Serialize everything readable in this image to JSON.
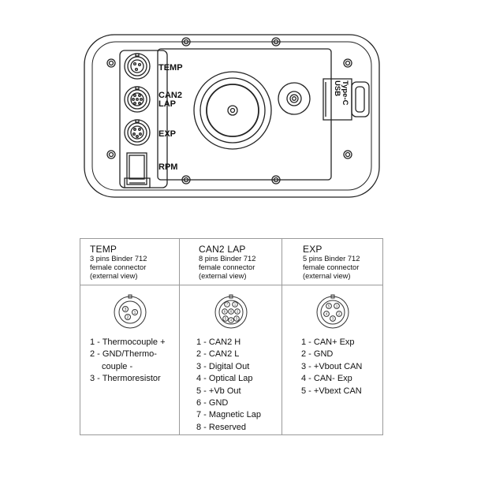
{
  "device": {
    "labels": {
      "temp": "TEMP",
      "can2_line1": "CAN2",
      "can2_line2": "LAP",
      "exp": "EXP",
      "rpm": "RPM",
      "usb_line1": "USB",
      "usb_line2": "Type-C"
    }
  },
  "table": {
    "columns": [
      {
        "title": "TEMP",
        "subtitle": [
          "3 pins Binder 712",
          "female connector",
          "(external view)"
        ],
        "pin_numbers": [
          "1",
          "2",
          "3"
        ],
        "pins": [
          [
            "1 - Thermocouple +"
          ],
          [
            "2 - GND/Thermo-",
            "couple -"
          ],
          [
            "3 - Thermoresistor"
          ]
        ]
      },
      {
        "title": "CAN2 LAP",
        "subtitle": [
          "8 pins Binder 712",
          "female connector",
          "(external view)"
        ],
        "pin_numbers": [
          "1",
          "2",
          "3",
          "4",
          "5",
          "6",
          "7",
          "8"
        ],
        "pins": [
          [
            "1 - CAN2 H"
          ],
          [
            "2 - CAN2 L"
          ],
          [
            "3 - Digital Out"
          ],
          [
            "4 - Optical Lap"
          ],
          [
            "5 - +Vb Out"
          ],
          [
            "6 - GND"
          ],
          [
            "7 - Magnetic Lap"
          ],
          [
            "8 - Reserved"
          ]
        ]
      },
      {
        "title": "EXP",
        "subtitle": [
          "5 pins Binder 712",
          "female connector",
          "(external view)"
        ],
        "pin_numbers": [
          "1",
          "2",
          "3",
          "4",
          "5"
        ],
        "pins": [
          [
            "1 - CAN+ Exp"
          ],
          [
            "2 - GND"
          ],
          [
            "3 - +Vbout CAN"
          ],
          [
            "4 - CAN- Exp"
          ],
          [
            "5 - +Vbext CAN"
          ]
        ]
      }
    ]
  }
}
